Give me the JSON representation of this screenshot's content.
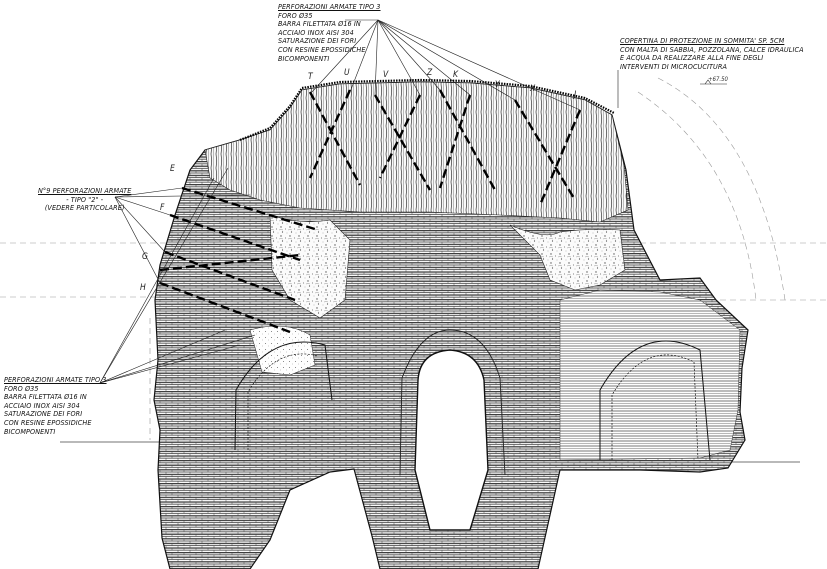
{
  "notes": {
    "top_center": {
      "title": "PERFORAZIONI ARMATE TIPO 3",
      "lines": [
        "FORO Ø35",
        "BARRA FILETTATA Ø16 IN",
        "ACCIAIO INOX AISI 304",
        "SATURAZIONE DEI FORI",
        "CON RESINE EPOSSIDICHE",
        "BICOMPONENTI"
      ]
    },
    "top_right": {
      "title": "COPERTINA DI PROTEZIONE IN SOMMITA' sp. 5cm",
      "lines": [
        "CON MALTA DI SABBIA, POZZOLANA, CALCE IDRAULICA",
        "E ACQUA DA REALIZZARE ALLA FINE DEGLI",
        "INTERVENTI DI MICROCUCITURA"
      ]
    },
    "left_middle": {
      "title": "n°9 PERFORAZIONI ARMATE",
      "lines": [
        "- TIPO \"2\" -",
        "(VEDERE PARTICOLARE)"
      ]
    },
    "bottom_left": {
      "title": "PERFORAZIONI ARMATE TIPO 3",
      "lines": [
        "FORO Ø35",
        "BARRA FILETTATA Ø16 IN",
        "ACCIAIO INOX AISI 304",
        "SATURAZIONE DEI FORI",
        "CON RESINE EPOSSIDICHE",
        "BICOMPONENTI"
      ]
    }
  },
  "drill_letters_top": [
    "T",
    "U",
    "V",
    "Z",
    "K",
    "Y",
    "X",
    "J"
  ],
  "drill_letters_left": [
    "E",
    "F",
    "G",
    "H"
  ],
  "elevation_tag": "+67.50"
}
